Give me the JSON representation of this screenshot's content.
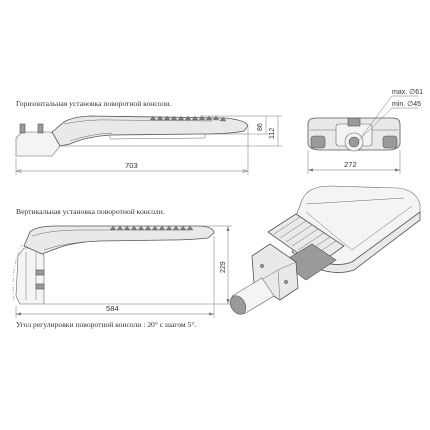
{
  "captions": {
    "horizontal": "Горизонтальная установка поворотной консоли.",
    "vertical": "Вертикальная установка поворотной консоли.",
    "angle_note": "Угол регулировки поворотной консоли : 20° с шагом 5°."
  },
  "dimensions": {
    "length_horizontal": "703",
    "body_height": "86",
    "total_height": "112",
    "width": "272",
    "length_vertical": "584",
    "height_vertical": "229",
    "max_diameter": "max. ∅61",
    "min_diameter": "min. ∅45"
  }
}
